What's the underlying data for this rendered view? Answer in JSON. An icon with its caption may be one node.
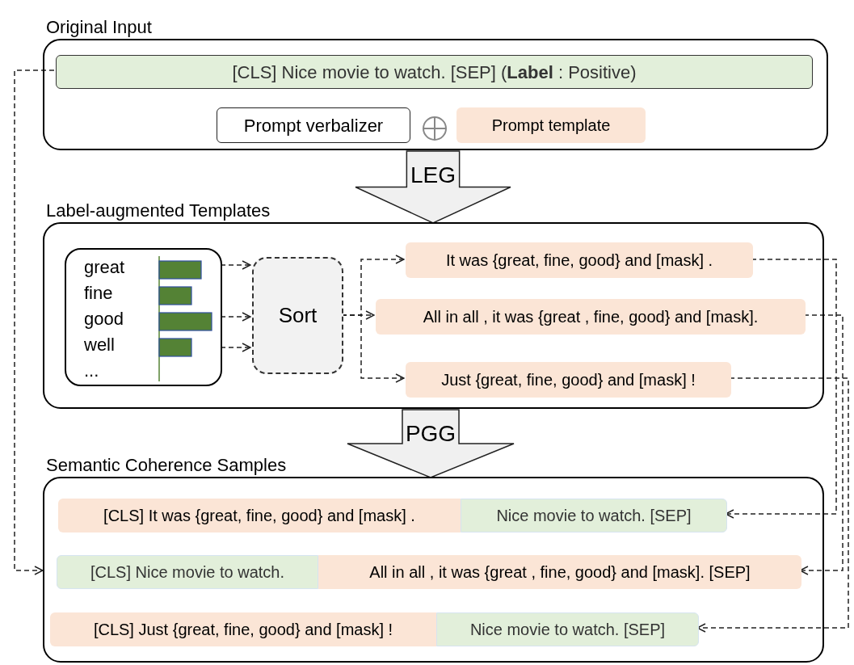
{
  "diagram": {
    "nodes": [
      {
        "text": [
          "Original Input"
        ]
      },
      {
        "text": [
          "[CLS] Nice movie to watch. [SEP] (**Label** : Positive)"
        ],
        "in": 0
      },
      {
        "text": [
          "Prompt verbalizer"
        ],
        "in": 0
      },
      {
        "text": [
          "Prompt template"
        ],
        "in": 0
      },
      {
        "text": [
          "Label-augmented Templates"
        ]
      },
      {
        "text": [
          "great",
          "fine",
          "good",
          "well",
          "..."
        ],
        "in": 4
      },
      {
        "text": [
          "Sort"
        ],
        "in": 4
      },
      {
        "text": [
          "It was {great, fine, good} and [mask] ."
        ],
        "in": 4
      },
      {
        "text": [
          "All in all , it was {great , fine, good} and [mask]."
        ],
        "in": 4
      },
      {
        "text": [
          "Just {great, fine, good} and [mask] !"
        ],
        "in": 4
      },
      {
        "text": [
          "Semantic Coherence Samples"
        ]
      },
      {
        "text": [
          "[CLS] It was {great, fine, good} and [mask] ."
        ],
        "in": 10
      },
      {
        "text": [
          "Nice movie to watch. [SEP]"
        ],
        "in": 10
      },
      {
        "text": [
          "[CLS] Nice movie to watch."
        ],
        "in": 10
      },
      {
        "text": [
          "All in all , it was {great , fine, good} and [mask]. [SEP]"
        ],
        "in": 10
      },
      {
        "text": [
          "[CLS]  Just {great, fine, good} and [mask] !"
        ],
        "in": 10
      },
      {
        "text": [
          "Nice movie to watch. [SEP]"
        ],
        "in": 10
      }
    ],
    "edges": [
      {
        "from": 1,
        "to": 10,
        "arrow": "to",
        "style": "dashed"
      },
      {
        "from": 5,
        "to": 6,
        "arrow": "to",
        "style": "dashed"
      },
      {
        "from": 5,
        "to": 6,
        "arrow": "to",
        "style": "dashed"
      },
      {
        "from": 5,
        "to": 6,
        "arrow": "to",
        "style": "dashed"
      },
      {
        "from": 6,
        "to": 7,
        "arrow": "to",
        "style": "dashed"
      },
      {
        "from": 6,
        "to": 8,
        "arrow": "to",
        "style": "dashed"
      },
      {
        "from": 6,
        "to": 9,
        "arrow": "to",
        "style": "dashed"
      },
      {
        "from": 7,
        "to": 12,
        "arrow": "to",
        "style": "dashed"
      },
      {
        "from": 8,
        "to": 14,
        "arrow": "to",
        "style": "dashed"
      },
      {
        "from": 9,
        "to": 16,
        "arrow": "to",
        "style": "dashed"
      },
      {
        "from": 0,
        "to": 4,
        "arrow": "to",
        "label": "LEG",
        "style": "thick"
      },
      {
        "from": 4,
        "to": 10,
        "arrow": "to",
        "label": "PGG",
        "style": "thick"
      }
    ]
  }
}
